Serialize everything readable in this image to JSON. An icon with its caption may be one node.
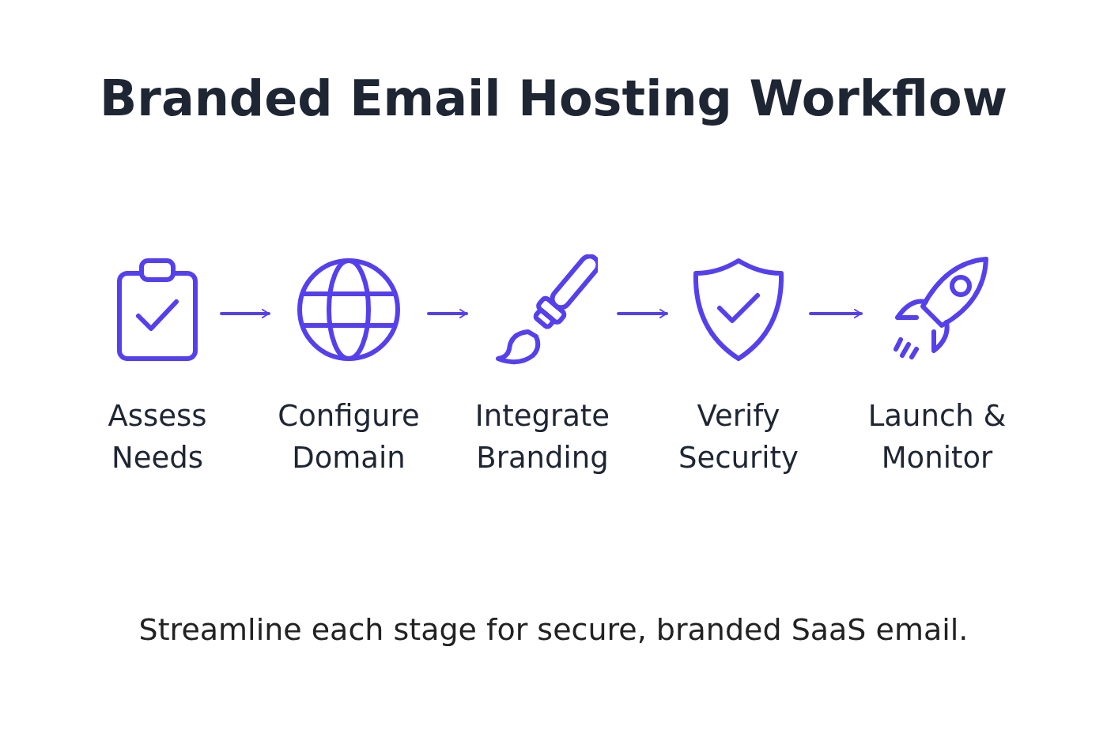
{
  "diagram": {
    "title": "Branded Email Hosting Workflow",
    "caption": "Streamline each stage for secure, branded SaaS email.",
    "nodes": [
      {
        "text": [
          "Assess Needs"
        ]
      },
      {
        "text": [
          "Configure Domain"
        ]
      },
      {
        "text": [
          "Integrate Branding"
        ]
      },
      {
        "text": [
          "Verify Security"
        ]
      },
      {
        "text": [
          "Launch & Monitor"
        ]
      }
    ],
    "edges": [
      {
        "from": 0,
        "to": 1,
        "arrow": "to"
      },
      {
        "from": 1,
        "to": 2,
        "arrow": "to"
      },
      {
        "from": 2,
        "to": 3,
        "arrow": "to"
      },
      {
        "from": 3,
        "to": 4,
        "arrow": "to"
      }
    ]
  }
}
